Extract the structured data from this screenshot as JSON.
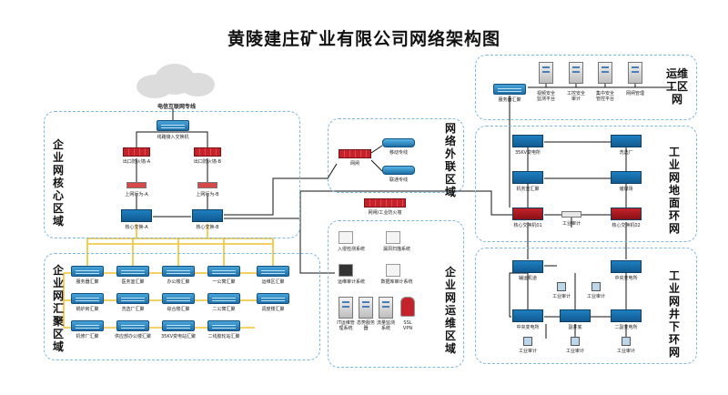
{
  "title": "黄陵建庄矿业有限公司网络架构图",
  "zones": {
    "core": "企业网核心区域",
    "agg": "企业网汇聚区域",
    "external": "网络外联区域",
    "ops_enterprise": "企业网运维区域",
    "ops_remote": "运维工区网",
    "ground": "工业网地面环网",
    "underground": "工业网井下环网"
  },
  "core": {
    "internet": "电信互联网专线",
    "access_switch": "线路接入交换机",
    "fw_a": "出口防火墙-A",
    "fw_b": "出口防火墙-B",
    "bh_a": "上网行为-A",
    "bh_b": "上网行为-B",
    "core_a": "核心交换-A",
    "core_b": "核心交换-B"
  },
  "agg_row1": [
    "服务器汇聚",
    "医务室汇聚",
    "办公楼汇聚",
    "一公寓汇聚",
    "运维区汇聚"
  ],
  "agg_row2": [
    "锅炉房汇聚",
    "洗选厂汇聚",
    "综合楼汇聚",
    "二公寓汇聚",
    "调度楼汇聚"
  ],
  "agg_row3": [
    "机修厂汇聚",
    "供应部办公楼汇聚",
    "35KV变电站汇聚",
    "二线胶轮站汇聚"
  ],
  "external": {
    "fw": "网闸",
    "line1": "移动专线",
    "line2": "联通专线"
  },
  "industrial_fw": "网闸/工业防火墙",
  "ops_enterprise": {
    "ids": "入侵检测系统",
    "vuln": "漏洞扫描系统",
    "audit": "运维审计系统",
    "db_audit": "数据库审计系统",
    "it": "IT运维管理系统",
    "ad": "态势服务器",
    "ddos": "流量监测系统",
    "ssl": "SSL VPN"
  },
  "ops_remote": {
    "switch": "服务器汇聚",
    "servers": [
      "视频安全监测平台",
      "工控安全审计",
      "集中安全管控平台",
      "网闸管理"
    ]
  },
  "ground": {
    "s35": "35KV变电所",
    "wash": "洗选厂",
    "mine_agg": "机务室汇聚",
    "storage": "储煤场",
    "core1": "核心交换机01",
    "core2": "核心交换机02",
    "audit": "工业审计"
  },
  "underground": {
    "main_shaft": "辅运机道",
    "central_station": "中央变电所",
    "s_central": "中央变电所",
    "coal_face": "副井底",
    "pump2": "二副变电所",
    "audit": "工业审计",
    "audit2": "工业审计",
    "audit3": "工业审计",
    "audit4": "工业审计",
    "audit5": "工业审计"
  },
  "colors": {
    "zone_border": "#7fb8dc",
    "trunk": "#f2c230",
    "firewall": "#c4232b",
    "switch": "#1f6fa8"
  }
}
